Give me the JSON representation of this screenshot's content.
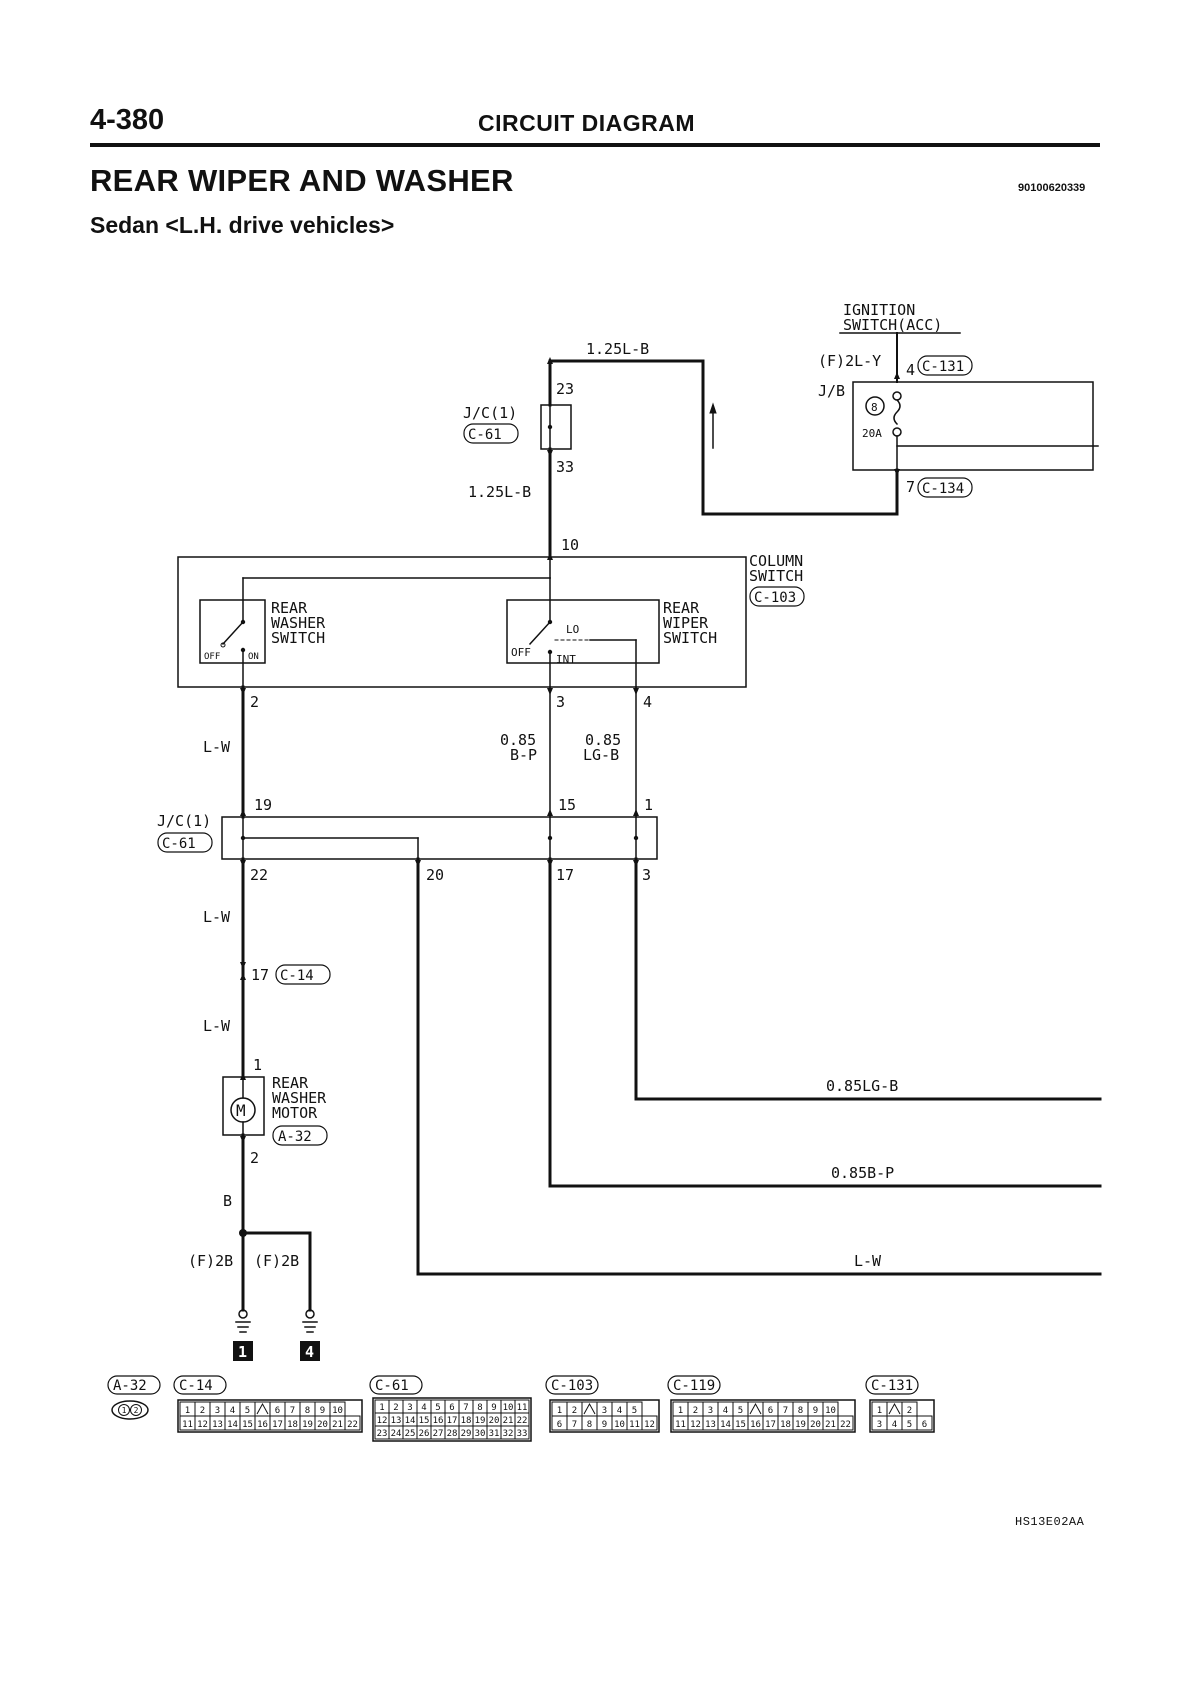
{
  "header": {
    "page": "4-380",
    "section": "CIRCUIT DIAGRAM"
  },
  "title": "REAR WIPER AND WASHER",
  "doc_number": "90100620339",
  "subtitle": "Sedan <L.H. drive vehicles>",
  "figure_code": "HS13E02AA",
  "components": {
    "ignition_switch": [
      "IGNITION",
      "SWITCH(ACC)"
    ],
    "jb": "J/B",
    "fuse_no": "8",
    "fuse_rating": "20A",
    "jc": "J/C(1)",
    "column_switch": [
      "COLUMN",
      "SWITCH"
    ],
    "rear_washer_switch": [
      "REAR",
      "WASHER",
      "SWITCH"
    ],
    "rear_wiper_switch": [
      "REAR",
      "WIPER",
      "SWITCH"
    ],
    "rear_washer_motor": [
      "REAR",
      "WASHER",
      "MOTOR"
    ],
    "washer_off": "OFF",
    "washer_on": "ON",
    "wiper_off": "OFF",
    "wiper_lo": "LO",
    "wiper_int": "INT",
    "motor_symbol": "M"
  },
  "connectors": {
    "c131": "C-131",
    "c134": "C-134",
    "c61a": "C-61",
    "c61b": "C-61",
    "c103": "C-103",
    "c14": "C-14",
    "a32": "A-32"
  },
  "wires": {
    "top": "1.25L-B",
    "fy": "(F)2L-Y",
    "jc_out": "1.25L-B",
    "lw1": "L-W",
    "bp_size": "0.85",
    "bp_color": "B-P",
    "lgb_size": "0.85",
    "lgb_color": "LG-B",
    "lw2": "L-W",
    "lw3": "L-W",
    "b": "B",
    "f2b_left": "(F)2B",
    "f2b_right": "(F)2B",
    "out_lgb": "0.85LG-B",
    "out_bp": "0.85B-P",
    "out_lw": "L-W"
  },
  "pins": {
    "p4": "4",
    "p7": "7",
    "p23": "23",
    "p33": "33",
    "p10": "10",
    "p2": "2",
    "p3": "3",
    "p4b": "4",
    "p19": "19",
    "p15": "15",
    "p1": "1",
    "p22": "22",
    "p20": "20",
    "p17": "17",
    "p3b": "3",
    "p17c": "17",
    "m1": "1",
    "m2": "2"
  },
  "grounds": {
    "g1": "1",
    "g4": "4"
  },
  "legend": {
    "a32": {
      "label": "A-32",
      "pins": [
        "1",
        "2"
      ]
    },
    "c14": {
      "label": "C-14",
      "row1": [
        "1",
        "2",
        "3",
        "4",
        "5",
        "",
        "6",
        "7",
        "8",
        "9",
        "10"
      ],
      "row2": [
        "11",
        "12",
        "13",
        "14",
        "15",
        "16",
        "17",
        "18",
        "19",
        "20",
        "21",
        "22"
      ]
    },
    "c61": {
      "label": "C-61",
      "row1": [
        "1",
        "2",
        "3",
        "4",
        "5",
        "6",
        "7",
        "8",
        "9",
        "10",
        "11"
      ],
      "row2": [
        "12",
        "13",
        "14",
        "15",
        "16",
        "17",
        "18",
        "19",
        "20",
        "21",
        "22"
      ],
      "row3": [
        "23",
        "24",
        "25",
        "26",
        "27",
        "28",
        "29",
        "30",
        "31",
        "32",
        "33"
      ]
    },
    "c103": {
      "label": "C-103",
      "row1": [
        "1",
        "2",
        "",
        "3",
        "4",
        "5"
      ],
      "row2": [
        "6",
        "7",
        "8",
        "9",
        "10",
        "11",
        "12"
      ]
    },
    "c119": {
      "label": "C-119",
      "row1": [
        "1",
        "2",
        "3",
        "4",
        "5",
        "",
        "6",
        "7",
        "8",
        "9",
        "10"
      ],
      "row2": [
        "11",
        "12",
        "13",
        "14",
        "15",
        "16",
        "17",
        "18",
        "19",
        "20",
        "21",
        "22"
      ]
    },
    "c131": {
      "label": "C-131",
      "row1": [
        "1",
        "",
        "2"
      ],
      "row2": [
        "3",
        "4",
        "5",
        "6"
      ]
    }
  }
}
